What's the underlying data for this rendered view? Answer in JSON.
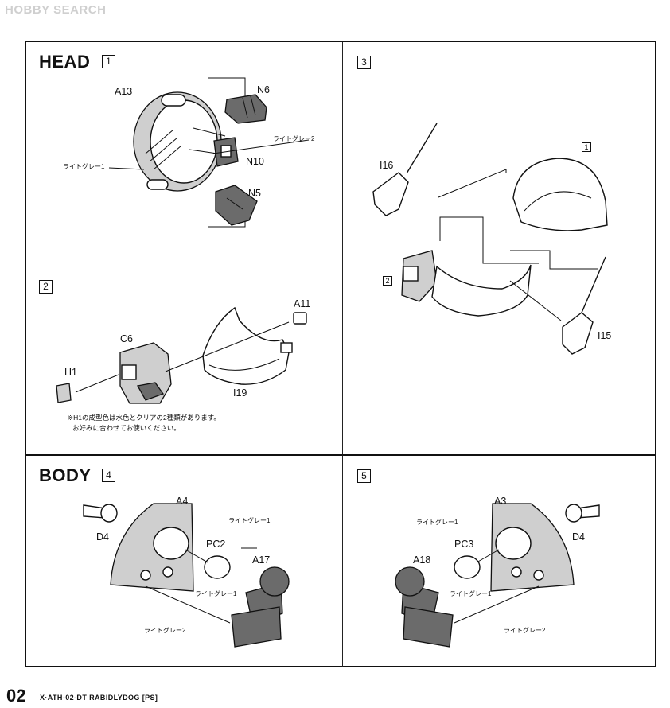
{
  "watermark": "HOBBY SEARCH",
  "panels": {
    "p1": {
      "section": "HEAD",
      "step": "1",
      "parts": {
        "a13": "A13",
        "n6": "N6",
        "n10": "N10",
        "n5": "N5"
      },
      "colors": {
        "c1": "ライトグレー1",
        "c2": "ライトグレー2"
      }
    },
    "p2": {
      "step": "2",
      "parts": {
        "c6": "C6",
        "h1": "H1",
        "i19": "I19",
        "a11": "A11"
      },
      "note1": "※H1の成型色は水色とクリアの2種類があります。",
      "note2": "お好みに合わせてお使いください。"
    },
    "p3": {
      "step": "3",
      "ref1": "1",
      "ref2": "2",
      "parts": {
        "i16": "I16",
        "i15": "I15"
      }
    },
    "p4": {
      "section": "BODY",
      "step": "4",
      "parts": {
        "a4": "A4",
        "d4": "D4",
        "pc2": "PC2",
        "a17": "A17"
      },
      "colors": {
        "c1a": "ライトグレー1",
        "c1b": "ライトグレー1",
        "c2": "ライトグレー2"
      }
    },
    "p5": {
      "step": "5",
      "parts": {
        "a3": "A3",
        "d4": "D4",
        "pc3": "PC3",
        "a18": "A18"
      },
      "colors": {
        "c1a": "ライトグレー1",
        "c1b": "ライトグレー1",
        "c2": "ライトグレー2"
      }
    }
  },
  "footer": {
    "page": "02",
    "product": "X·ATH-02-DT RABIDLYDOG [PS]"
  },
  "colors": {
    "light_gray": "#cfcfcf",
    "dark_gray": "#6b6b6b",
    "line": "#111111"
  }
}
